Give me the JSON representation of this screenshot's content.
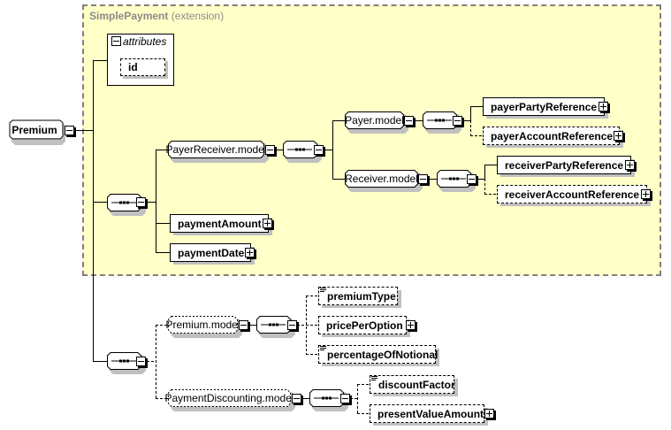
{
  "root": {
    "label": "Premium"
  },
  "extension": {
    "name": "SimplePayment",
    "kind": "(extension)",
    "background": "#ffffc8"
  },
  "attributes": {
    "label": "attributes",
    "items": [
      {
        "label": "id"
      }
    ]
  },
  "sequence1": {
    "group": "PayerReceiver.model",
    "children": {
      "payer_model": "Payer.model",
      "payer_items": [
        "payerPartyReference",
        "payerAccountReference"
      ],
      "receiver_model": "Receiver.model",
      "receiver_items": [
        "receiverPartyReference",
        "receiverAccountReference"
      ]
    },
    "elements": [
      "paymentAmount",
      "paymentDate"
    ]
  },
  "sequence2": {
    "premium_model": "Premium.model",
    "premium_items": [
      "premiumType",
      "pricePerOption",
      "percentageOfNotional"
    ],
    "discounting_model": "PaymentDiscounting.model",
    "discounting_items": [
      "discountFactor",
      "presentValueAmount"
    ]
  },
  "icons": {
    "collapse": "minus-box-icon",
    "expand": "plus-box-icon",
    "sequence": "sequence-compositor-icon",
    "simple_type": "list-lines-icon"
  }
}
